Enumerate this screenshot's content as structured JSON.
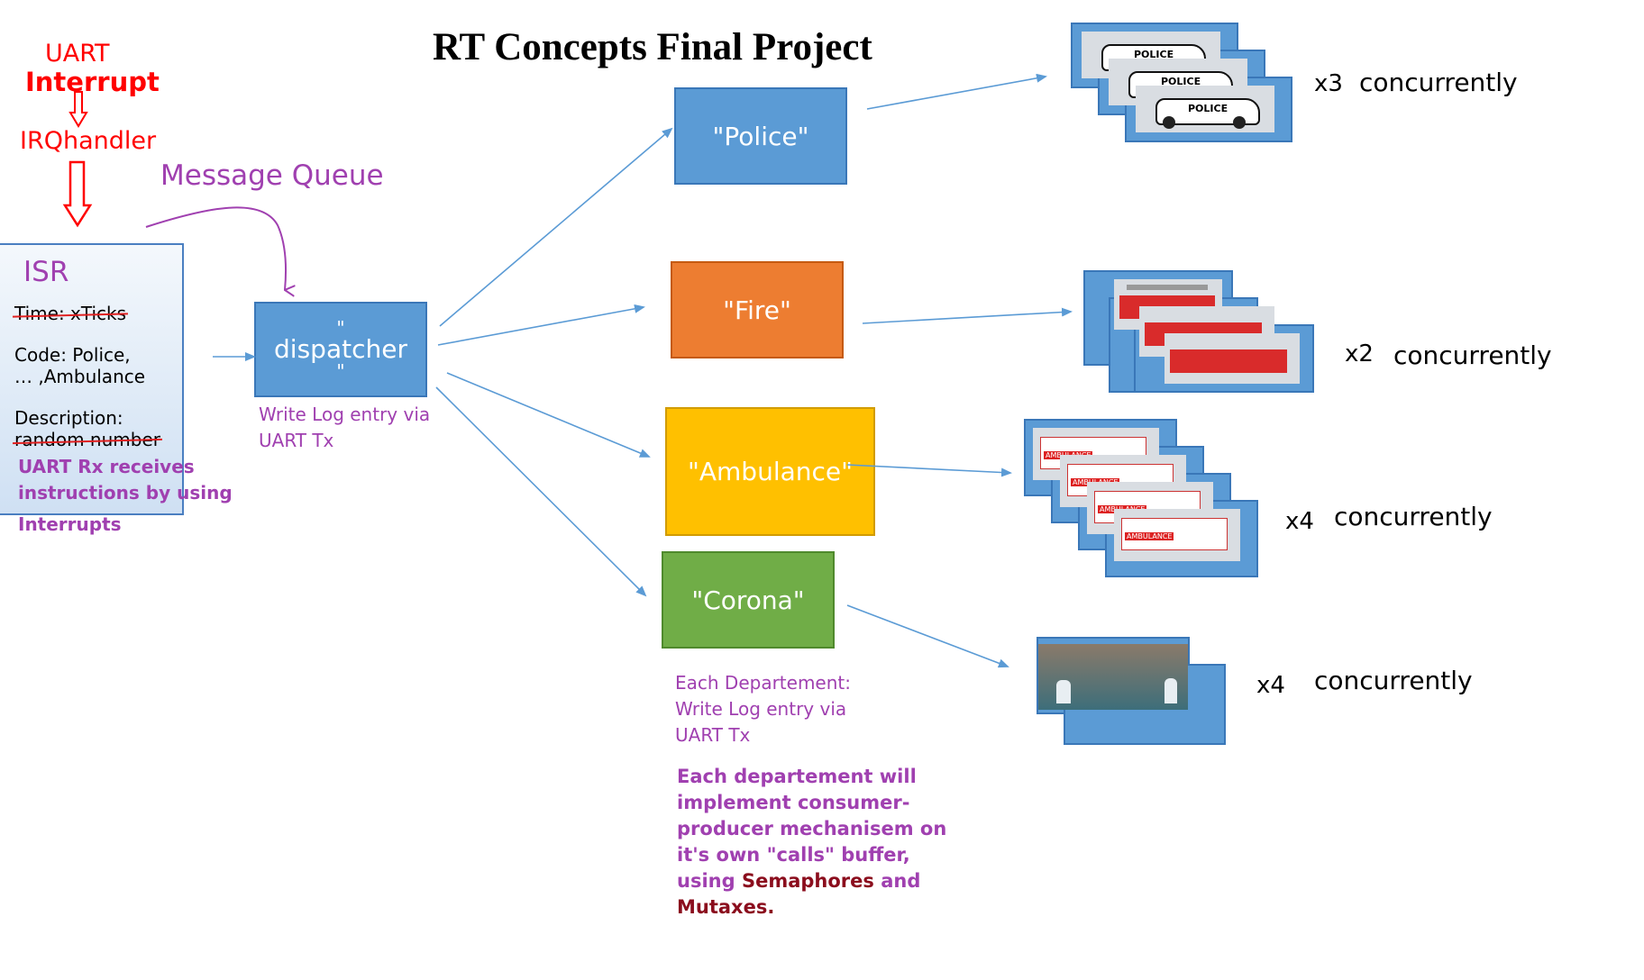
{
  "title": "RT Concepts Final Project",
  "flow": {
    "uart": "UART",
    "interrupt": "Interrupt",
    "irqhandler": "IRQhandler",
    "message_queue": "Message Queue"
  },
  "isr": {
    "title": "ISR",
    "time_line": "Time: xTicks",
    "code_line1": "Code: Police,",
    "code_line2": "… ,Ambulance",
    "desc_line1": "Description:",
    "desc_line2": "random number",
    "note1": "UART Rx receives",
    "note2": "instructions by using",
    "note3": "Interrupts"
  },
  "dispatcher": {
    "quote_top": "\"",
    "label": "dispatcher",
    "quote_bottom": "\"",
    "log1": "Write Log entry via",
    "log2": "UART Tx"
  },
  "departments": [
    {
      "label": "\"Police\"",
      "color": "#5b9bd5",
      "count": "x3",
      "concurrency": "concurrently",
      "vehicle": "POLICE"
    },
    {
      "label": "\"Fire\"",
      "color": "#ed7d31",
      "count": "x2",
      "concurrency": "concurrently"
    },
    {
      "label": "\"Ambulance\"",
      "color": "#ffc000",
      "count": "x4",
      "concurrency": "concurrently",
      "vehicle": "AMBULANCE"
    },
    {
      "label": "\"Corona\"",
      "color": "#70ad47",
      "count": "x4",
      "concurrency": "concurrently"
    }
  ],
  "dept_note": {
    "line1": "Each Departement:",
    "line2": "Write Log entry via",
    "line3": "UART Tx"
  },
  "mechanism_note": {
    "line1": "Each departement will",
    "line2": "implement consumer-",
    "line3": "producer mechanisem on",
    "line4": "it's own \"calls\" buffer,",
    "line5_a": "using ",
    "line5_b": "Semaphores",
    "line5_c": " and",
    "line6": "Mutaxes."
  },
  "colors": {
    "arrow": "#5b9bd5",
    "purple": "#a040b0",
    "red": "#ff0000",
    "dark_red": "#8b0d1d"
  }
}
